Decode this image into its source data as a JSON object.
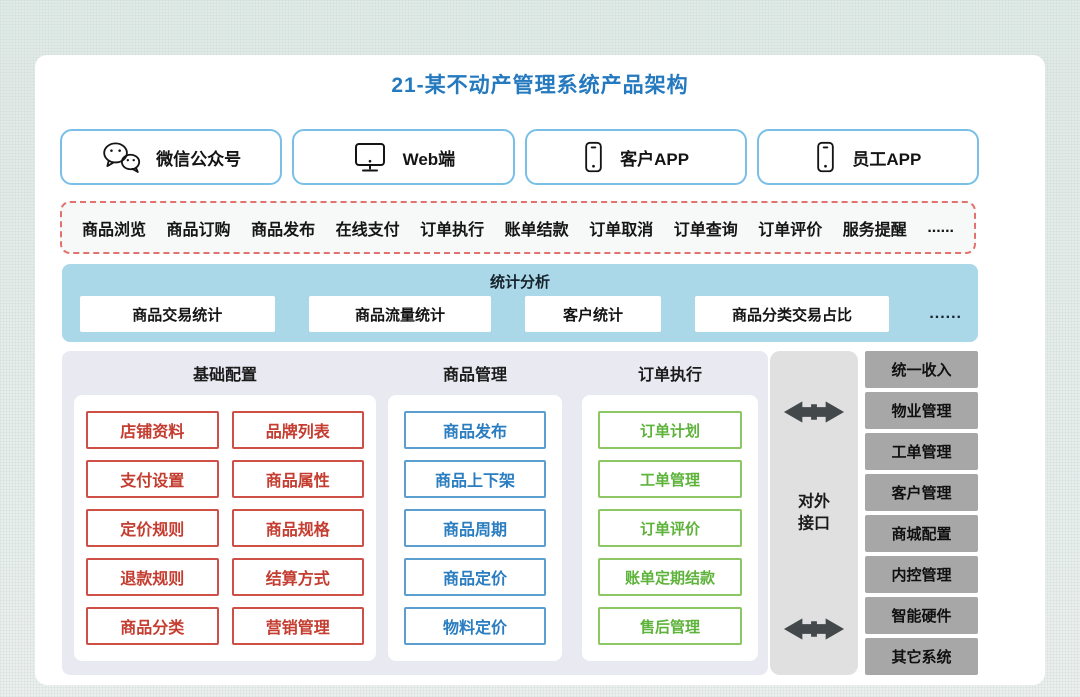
{
  "title": "21-某不动产管理系统产品架构",
  "channels": [
    {
      "label": "微信公众号",
      "icon": "wechat-icon"
    },
    {
      "label": "Web端",
      "icon": "monitor-icon"
    },
    {
      "label": "客户APP",
      "icon": "phone-icon"
    },
    {
      "label": "员工APP",
      "icon": "phone-icon"
    }
  ],
  "services": [
    "商品浏览",
    "商品订购",
    "商品发布",
    "在线支付",
    "订单执行",
    "账单结款",
    "订单取消",
    "订单查询",
    "订单评价",
    "服务提醒",
    "......"
  ],
  "statistics": {
    "title": "统计分析",
    "items": [
      "商品交易统计",
      "商品流量统计",
      "客户统计",
      "商品分类交易占比"
    ],
    "more": "......"
  },
  "modules": [
    {
      "title": "基础配置",
      "color": "red",
      "items": [
        "店铺资料",
        "品牌列表",
        "支付设置",
        "商品属性",
        "定价规则",
        "商品规格",
        "退款规则",
        "结算方式",
        "商品分类",
        "营销管理"
      ]
    },
    {
      "title": "商品管理",
      "color": "blue",
      "items": [
        "商品发布",
        "商品上下架",
        "商品周期",
        "商品定价",
        "物料定价"
      ]
    },
    {
      "title": "订单执行",
      "color": "green",
      "items": [
        "订单计划",
        "工单管理",
        "订单评价",
        "账单定期结款",
        "售后管理"
      ]
    }
  ],
  "external_interface": {
    "label": "对外接口"
  },
  "external_systems": [
    "统一收入",
    "物业管理",
    "工单管理",
    "客户管理",
    "商城配置",
    "内控管理",
    "智能硬件",
    "其它系统"
  ],
  "colors": {
    "title_blue": "#2579bf",
    "channel_border": "#79bfe7",
    "service_dash_red": "#e2726e",
    "stats_band_blue": "#abd8e8",
    "module_red": "#c43d30",
    "module_blue": "#2a7dc0",
    "module_green": "#5eb33b",
    "panel_lavender": "#e9e9f2",
    "gateway_gray": "#e0e0e1",
    "system_gray": "#a7a7a7"
  }
}
